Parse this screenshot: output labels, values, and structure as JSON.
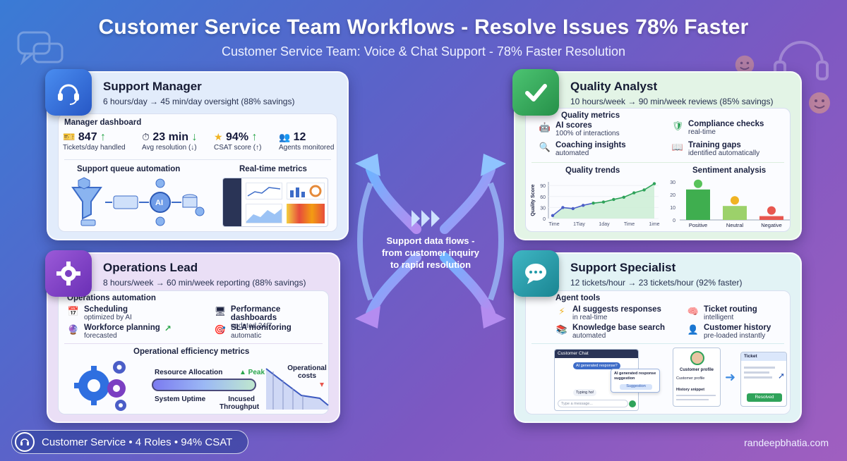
{
  "header": {
    "title": "Customer Service Team Workflows - Resolve Issues 78% Faster",
    "subtitle": "Customer Service Team: Voice & Chat Support - 78% Faster Resolution"
  },
  "colors": {
    "manager": "#2f6fe0",
    "operations": "#7b3fc2",
    "quality": "#2fa35a",
    "specialist": "#1f9aa8"
  },
  "center": {
    "line1": "Support data flows -",
    "line2": "from customer inquiry",
    "line3": "to rapid resolution"
  },
  "manager": {
    "title": "Support Manager",
    "savings": "6 hours/day → 45 min/day oversight (88% savings)",
    "dashboard_title": "Manager dashboard",
    "stats": [
      {
        "value": "847",
        "arrow": "↑",
        "label": "Tickets/day handled",
        "icon": "ticket-icon"
      },
      {
        "value": "23 min",
        "arrow": "↓",
        "label": "Avg resolution (↓)",
        "icon": "timer-icon"
      },
      {
        "value": "94%",
        "arrow": "↑",
        "label": "CSAT score (↑)",
        "icon": "star-icon"
      },
      {
        "value": "12",
        "arrow": "",
        "label": "Agents monitored",
        "icon": "people-icon"
      }
    ],
    "queue_title": "Support queue automation",
    "ai_label": "AI",
    "metrics_title": "Real-time metrics"
  },
  "operations": {
    "title": "Operations Lead",
    "savings": "8 hours/week → 60 min/week reporting (88% savings)",
    "section_title": "Operations automation",
    "features": [
      {
        "title": "Scheduling",
        "sub": "optimized by AI",
        "icon": "calendar-icon"
      },
      {
        "title": "Performance dashboards",
        "sub": "updated 24/7",
        "icon": "monitor-icon"
      },
      {
        "title": "Workforce planning",
        "sub": "forecasted",
        "icon": "globe-icon"
      },
      {
        "title": "SLA monitoring",
        "sub": "automatic",
        "icon": "target-icon"
      }
    ],
    "metrics_title": "Operational efficiency metrics",
    "resource_label": "Resource Allocation",
    "peak_label": "▲ Peak",
    "uptime_label": "System Uptime",
    "throughput_line1": "Incused",
    "throughput_line2": "Throughput",
    "costs_line1": "Operational",
    "costs_line2": "costs"
  },
  "quality": {
    "title": "Quality Analyst",
    "savings": "10 hours/week → 90 min/week reviews (85% savings)",
    "section_title": "Quality metrics",
    "features": [
      {
        "title": "AI scores",
        "sub": "100% of interactions",
        "icon": "robot-icon"
      },
      {
        "title": "Compliance checks",
        "sub": "real-time",
        "icon": "shield-icon"
      },
      {
        "title": "Coaching insights",
        "sub": "automated",
        "icon": "magnifier-icon"
      },
      {
        "title": "Training gaps",
        "sub": "identified automatically",
        "icon": "book-icon"
      }
    ],
    "trends_title": "Quality trends",
    "sentiment_title": "Sentiment analysis"
  },
  "specialist": {
    "title": "Support Specialist",
    "savings": "12 tickets/hour → 23 tickets/hour (92% faster)",
    "section_title": "Agent tools",
    "features": [
      {
        "title": "AI suggests responses",
        "sub": "in real-time",
        "icon": "lightning-icon"
      },
      {
        "title": "Ticket routing",
        "sub": "intelligent",
        "icon": "brain-icon"
      },
      {
        "title": "Knowledge base search",
        "sub": "automated",
        "icon": "books-icon"
      },
      {
        "title": "Customer history",
        "sub": "pre-loaded instantly",
        "icon": "user-clock-icon"
      }
    ],
    "chat_title": "Customer Chat",
    "ai_generated": "AI generated response?",
    "typing": "Typing ho!",
    "suggestion_title": "AI generated response suggestion",
    "suggestion_button": "Suggestion",
    "message_placeholder": "Type a message...",
    "profile_title": "Customer profile",
    "profile_field": "Customer profile",
    "history_label": "History snippet",
    "ticket_title": "Ticket",
    "resolved_label": "Resolved"
  },
  "chart_data": [
    {
      "type": "line",
      "title": "Quality trends",
      "ylabel": "Quality Score",
      "x": [
        "Time",
        "1Tiay",
        "1day",
        "Time",
        "1ime"
      ],
      "yticks": [
        0,
        30,
        60,
        90
      ],
      "ylim": [
        0,
        100
      ],
      "series": [
        {
          "values": [
            8,
            30,
            27,
            36,
            42,
            45,
            52,
            58,
            70,
            78,
            95
          ]
        }
      ]
    },
    {
      "type": "bar",
      "title": "Sentiment analysis",
      "categories": [
        "Positive",
        "Neutral",
        "Negative"
      ],
      "values": [
        24,
        11,
        3
      ],
      "yticks": [
        0,
        10,
        20,
        30
      ],
      "ylim": [
        0,
        30
      ],
      "colors": [
        "#3fae4f",
        "#9cd16a",
        "#e8574f"
      ]
    }
  ],
  "footer": {
    "pill": "Customer Service • 4 Roles • 94% CSAT",
    "credit": "randeepbhatia.com"
  }
}
